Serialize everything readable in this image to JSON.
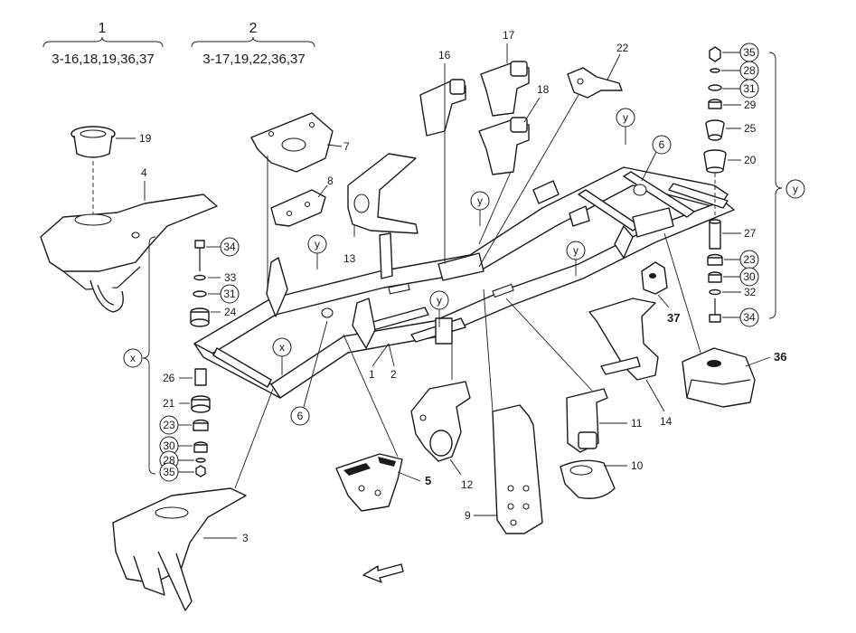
{
  "groups": {
    "g1": {
      "num": "1",
      "range": "3-16,18,19,36,37"
    },
    "g2": {
      "num": "2",
      "range": "3-17,19,22,36,37"
    }
  },
  "brackets": {
    "x": "x",
    "y": "y"
  },
  "callouts": {
    "c3": "3",
    "c4": "4",
    "c5": "5",
    "c7": "7",
    "c8": "8",
    "c9": "9",
    "c10": "10",
    "c11": "11",
    "c12": "12",
    "c13": "13",
    "c14": "14",
    "c16": "16",
    "c17": "17",
    "c18": "18",
    "c19": "19",
    "c22": "22",
    "c1": "1",
    "c2": "2",
    "c6a": "6",
    "c6b": "6",
    "c36": "36",
    "c37": "37",
    "c20": "20",
    "c21": "21",
    "c24": "24",
    "c25": "25",
    "c26": "26",
    "c27": "27",
    "c29": "29",
    "c32": "32",
    "c33": "33"
  },
  "bubbles": {
    "b35r": "35",
    "b28r": "28",
    "b31r": "31",
    "b23r": "23",
    "b30r": "30",
    "b34r": "34",
    "b34l": "34",
    "b31l": "31",
    "b23l": "23",
    "b30l": "30",
    "b28l": "28",
    "b35l": "35",
    "y1": "y",
    "y2": "y",
    "y3": "y",
    "y4": "y",
    "y5": "y",
    "x1": "x"
  }
}
